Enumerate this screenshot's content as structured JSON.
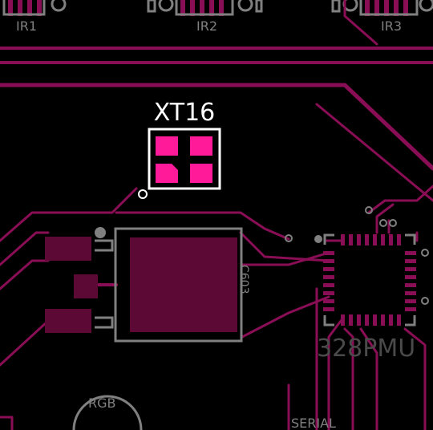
{
  "view": {
    "title": "PCB layout view",
    "colors": {
      "background": "#000000",
      "trace": "#8a0e55",
      "copper_fill": "#5c0935",
      "pad_highlight": "#ff1a9a",
      "silkscreen_bright": "#ffffff",
      "silkscreen_dim": "#808080"
    }
  },
  "labels": {
    "ir1": "IR1",
    "ir2": "IR2",
    "ir3": "IR3",
    "xt16": "XT16",
    "u_ref": "C603",
    "pmu": "328PMU",
    "rgb": "RGB",
    "serial": "SERIAL"
  },
  "components": {
    "selected": "XT16"
  }
}
